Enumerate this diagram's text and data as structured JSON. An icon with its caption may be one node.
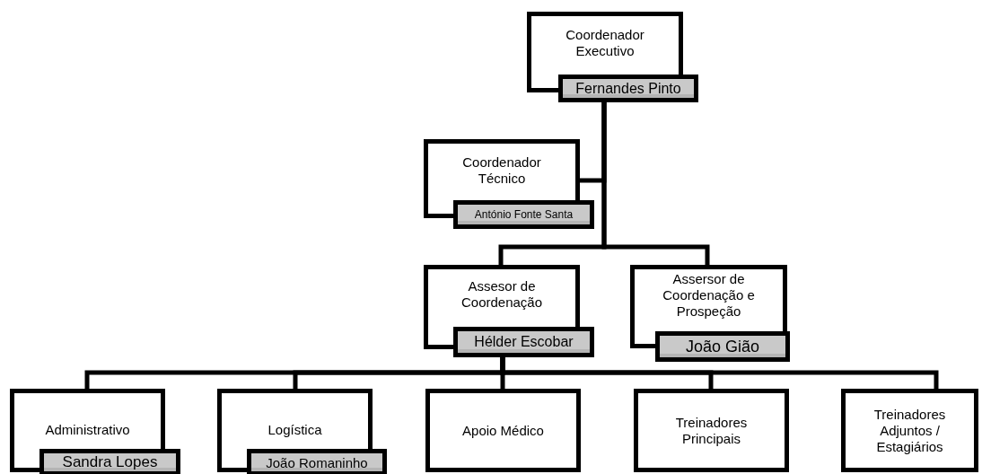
{
  "diagram": {
    "nodes": [
      {
        "text": [
          "Coordenador Executivo"
        ]
      },
      {
        "text": [
          "Fernandes Pinto"
        ]
      },
      {
        "text": [
          "Coordenador Técnico"
        ]
      },
      {
        "text": [
          "António Fonte Santa"
        ]
      },
      {
        "text": [
          "Assesor de Coordenação"
        ]
      },
      {
        "text": [
          "Hélder Escobar"
        ]
      },
      {
        "text": [
          "Assersor de Coordenação e Prospeção"
        ]
      },
      {
        "text": [
          "João Gião"
        ]
      },
      {
        "text": [
          "Administrativo"
        ]
      },
      {
        "text": [
          "Sandra Lopes"
        ]
      },
      {
        "text": [
          "Logística"
        ]
      },
      {
        "text": [
          "João Romaninho"
        ]
      },
      {
        "text": [
          "Apoio Médico"
        ]
      },
      {
        "text": [
          "Treinadores Principais"
        ]
      },
      {
        "text": [
          "Treinadores Adjuntos / Estagiários"
        ]
      }
    ],
    "edges": [
      {
        "from": 1,
        "to": 2,
        "arrow": "none"
      },
      {
        "from": 1,
        "to": 4,
        "arrow": "none"
      },
      {
        "from": 1,
        "to": 6,
        "arrow": "none"
      },
      {
        "from": 5,
        "to": 8,
        "arrow": "none"
      },
      {
        "from": 5,
        "to": 10,
        "arrow": "none"
      },
      {
        "from": 5,
        "to": 12,
        "arrow": "none"
      },
      {
        "from": 5,
        "to": 13,
        "arrow": "none"
      },
      {
        "from": 5,
        "to": 14,
        "arrow": "none"
      }
    ]
  }
}
